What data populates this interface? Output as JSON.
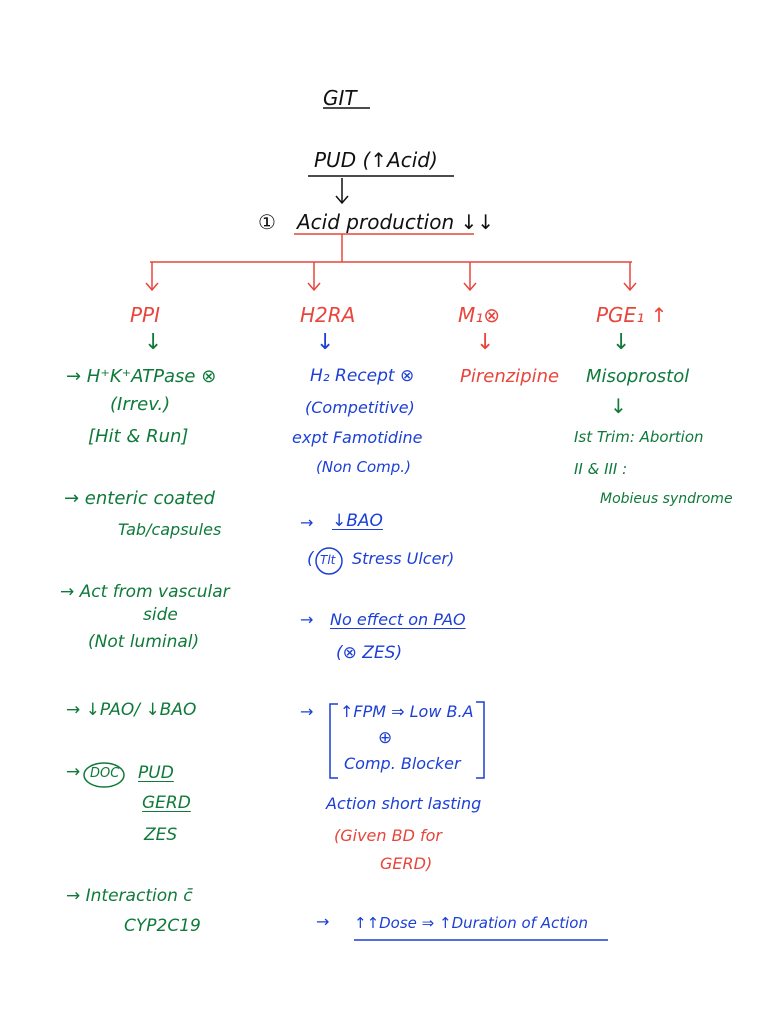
{
  "title": "GIT",
  "root": "PUD (↑Acid)",
  "branch": {
    "number": "①",
    "label": "Acid production ↓↓"
  },
  "columns": {
    "ppi": {
      "heading": "PPI",
      "arrow": "↓",
      "points": [
        "→ H⁺K⁺ATPase ⊗",
        "(Irrev.)",
        "[Hit & Run]",
        "→ enteric coated",
        "Tab/capsules",
        "→ Act from vascular",
        "side",
        "(Not luminal)",
        "→ ↓PAO/ ↓BAO",
        "→",
        "DOC",
        "PUD",
        "GERD",
        "ZES",
        "→ Interaction c̄",
        "CYP2C19"
      ]
    },
    "h2ra": {
      "heading": "H2RA",
      "arrow": "↓",
      "points": [
        "H₂ Recept ⊗",
        "(Competitive)",
        "expt Famotidine",
        "(Non Comp.)",
        "→",
        "↓BAO",
        "(",
        "Tlt",
        "Stress Ulcer)",
        "→",
        "No effect on PAO",
        "(⊗ ZES)",
        "→",
        "↑FPM ⇒ Low B.A",
        "⊕",
        "Comp. Blocker",
        "Action short lasting",
        "(Given BD for",
        "GERD)",
        "→",
        "↑↑Dose ⇒ ↑Duration of Action"
      ]
    },
    "m1": {
      "heading": "M₁⊗",
      "arrow": "↓",
      "drug": "Pirenzipine"
    },
    "pge1": {
      "heading": "PGE₁ ↑",
      "arrow": "↓",
      "drug": "Misoprostol",
      "arrow2": "↓",
      "points": [
        "Ist Trim: Abortion",
        "II & III :",
        "Mobieus syndrome"
      ]
    }
  },
  "colors": {
    "black": "#111111",
    "red": "#e8453c",
    "green": "#0f7a3a",
    "blue": "#1c3fd6"
  }
}
